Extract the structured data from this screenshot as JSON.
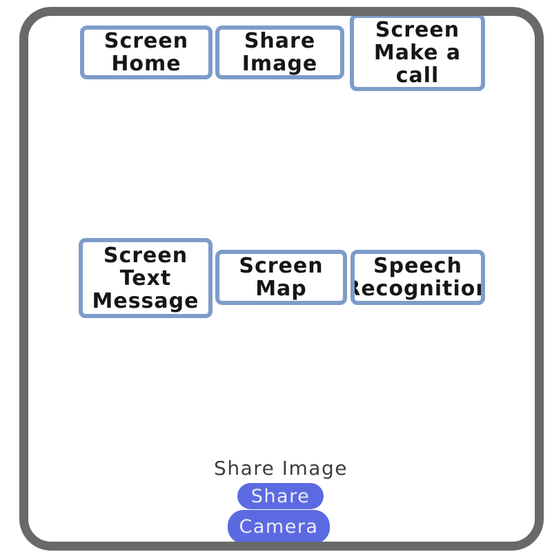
{
  "colors": {
    "frame": "#696969",
    "button_border": "#7d9cc9",
    "button_text": "#161616",
    "pill_background": "#5c6ae2",
    "pill_text": "#ecedf6",
    "label_text": "#3d3d3d"
  },
  "nav": {
    "row1": [
      {
        "label": "Screen\nHome"
      },
      {
        "label": "Share\nImage"
      },
      {
        "label": "Screen\nMake a\ncall"
      }
    ],
    "row2": [
      {
        "label": "Screen\nText\nMessage"
      },
      {
        "label": "Screen\nMap"
      },
      {
        "label": "Speech\nRecognition"
      }
    ]
  },
  "share_section": {
    "title": "Share Image",
    "share_button": "Share",
    "camera_button": "Camera"
  }
}
